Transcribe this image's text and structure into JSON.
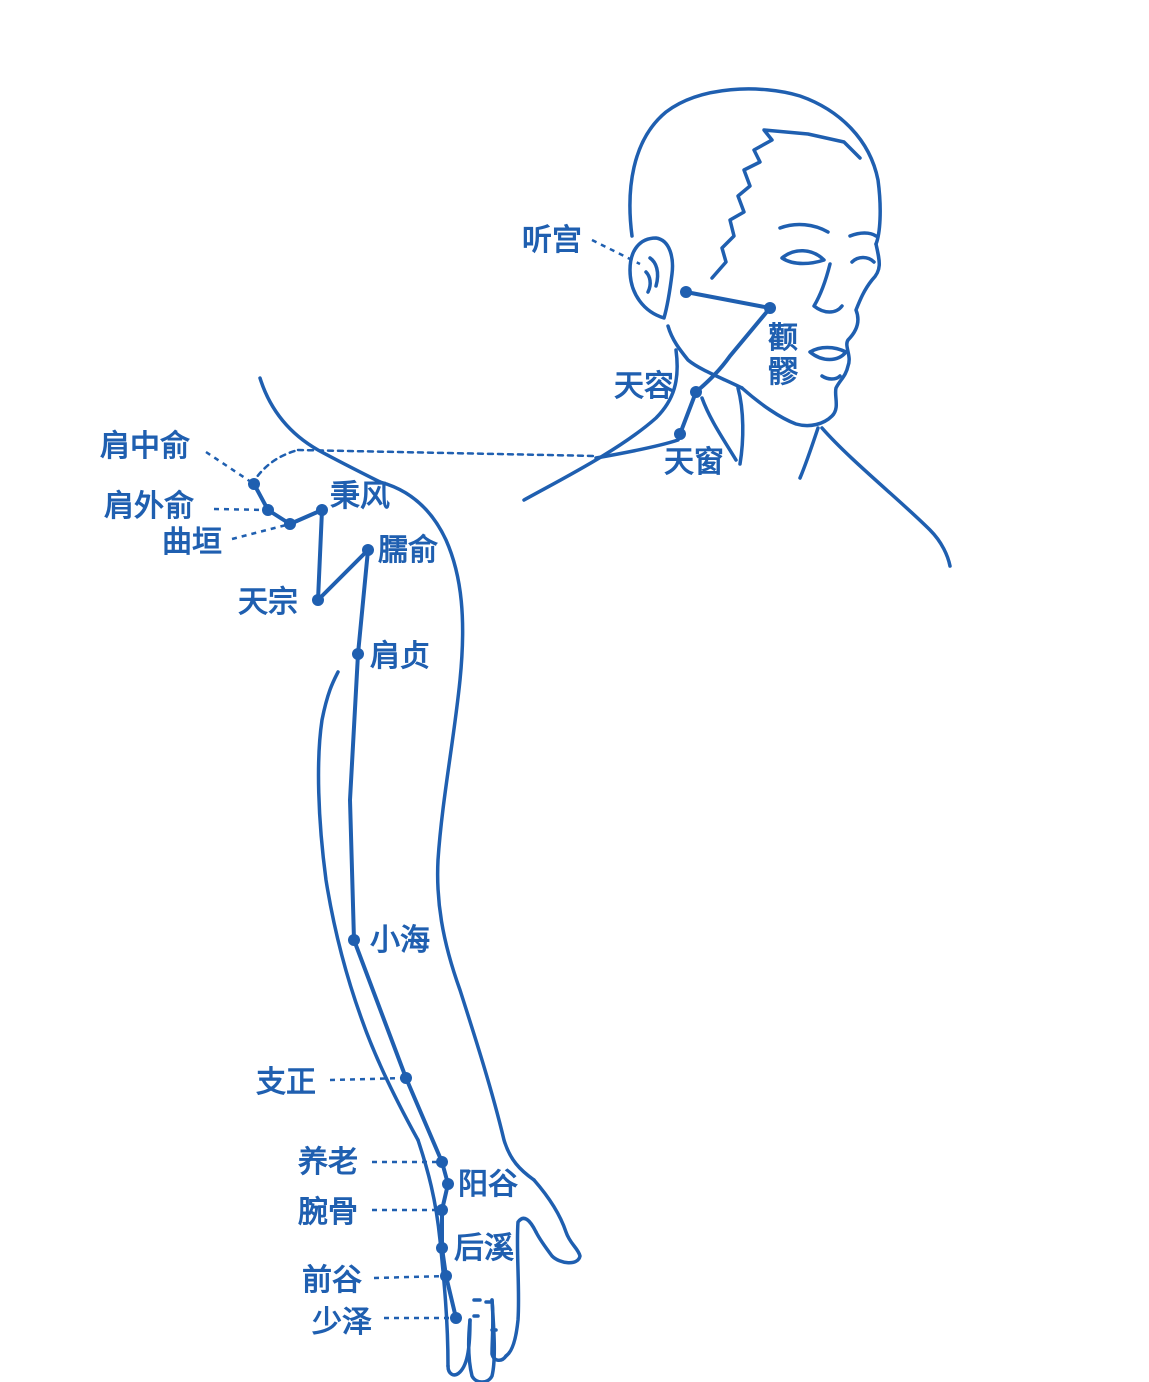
{
  "colors": {
    "line": "#1f5fb0",
    "background": "#ffffff"
  },
  "acupoints": {
    "ting_gong": "听宫",
    "quan_liao_1": "颧",
    "quan_liao_2": "髎",
    "tian_rong": "天容",
    "tian_chuang": "天窗",
    "jian_zhong_shu": "肩中俞",
    "jian_wai_shu": "肩外俞",
    "qu_yuan": "曲垣",
    "bing_feng": "秉风",
    "nao_shu": "臑俞",
    "tian_zong": "天宗",
    "jian_zhen": "肩贞",
    "xiao_hai": "小海",
    "zhi_zheng": "支正",
    "yang_lao": "养老",
    "yang_gu": "阳谷",
    "wan_gu": "腕骨",
    "hou_xi": "后溪",
    "qian_gu": "前谷",
    "shao_ze": "少泽"
  },
  "icons": [
    "acupoint-dot"
  ]
}
